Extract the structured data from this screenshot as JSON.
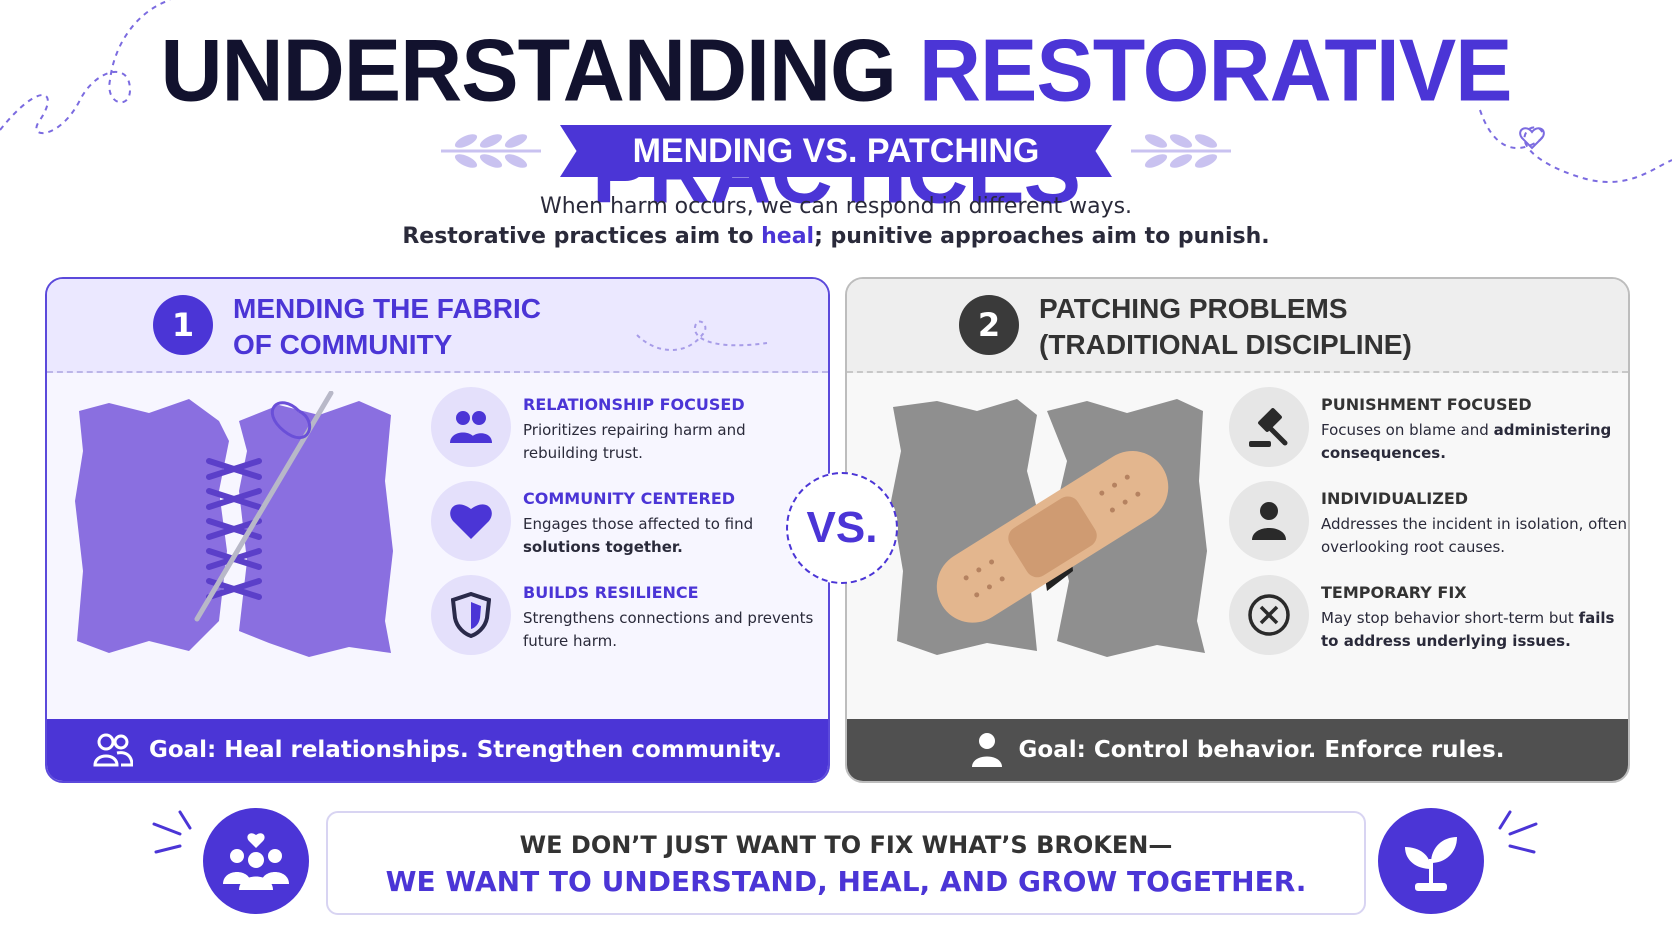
{
  "header": {
    "title_part1": "UNDERSTANDING",
    "title_part2": "RESTORATIVE PRACTICES",
    "subtitle": "MENDING VS. PATCHING",
    "intro_line1": "When harm occurs, we can respond in different ways.",
    "intro_line2_a": "Restorative practices aim to ",
    "intro_line2_highlight": "heal",
    "intro_line2_b": "; punitive approaches aim to punish."
  },
  "left_panel": {
    "number": "1",
    "title_line1": "MENDING THE FABRIC",
    "title_line2": "OF COMMUNITY",
    "features": [
      {
        "icon": "people-icon",
        "title": "RELATIONSHIP FOCUSED",
        "desc_a": "Prioritizes repairing harm and rebuilding trust.",
        "desc_b": ""
      },
      {
        "icon": "heart-icon",
        "title": "COMMUNITY CENTERED",
        "desc_a": "Engages those affected to find ",
        "desc_b": "solutions together."
      },
      {
        "icon": "shield-icon",
        "title": "BUILDS RESILIENCE",
        "desc_a": "Strengthens connections and prevents future harm.",
        "desc_b": ""
      }
    ],
    "goal": "Goal: Heal relationships. Strengthen community."
  },
  "vs_label": "VS.",
  "right_panel": {
    "number": "2",
    "title_line1": "PATCHING PROBLEMS",
    "title_line2": "(TRADITIONAL DISCIPLINE)",
    "features": [
      {
        "icon": "gavel-icon",
        "title": "PUNISHMENT FOCUSED",
        "desc_a": "Focuses on blame and ",
        "desc_b": "administering consequences."
      },
      {
        "icon": "person-icon",
        "title": "INDIVIDUALIZED",
        "desc_a": "Addresses the incident in isolation, often overlooking root causes.",
        "desc_b": ""
      },
      {
        "icon": "x-circle-icon",
        "title": "TEMPORARY FIX",
        "desc_a": "May stop behavior short-term but ",
        "desc_b": "fails to address underlying issues."
      }
    ],
    "goal": "Goal: Control behavior. Enforce rules."
  },
  "footer": {
    "quote_line1": "WE DON’T JUST WANT TO FIX WHAT’S BROKEN—",
    "quote_line2": "WE WANT TO UNDERSTAND, HEAL, AND GROW TOGETHER.",
    "left_icon": "community-heart-icon",
    "right_icon": "sprout-icon"
  },
  "colors": {
    "accent": "#4b35d6",
    "dark": "#12122e",
    "gray": "#505050"
  }
}
